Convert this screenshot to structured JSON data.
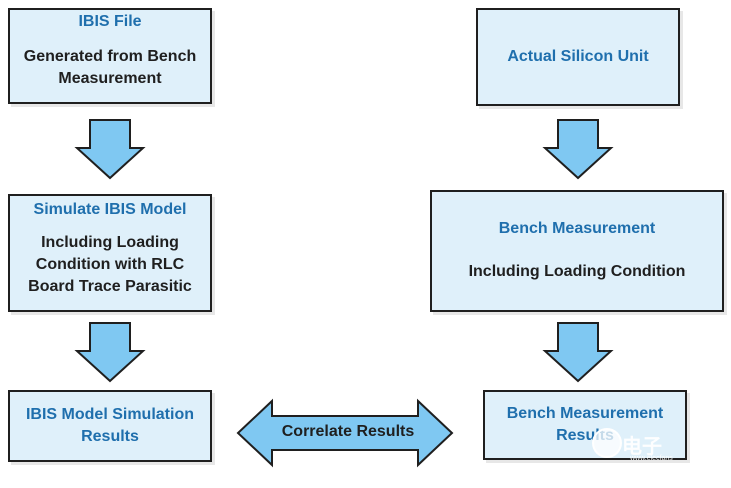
{
  "boxes": {
    "ibis_file": {
      "title": "IBIS File",
      "body": "Generated from Bench\nMeasurement"
    },
    "actual_silicon": {
      "title": "Actual Silicon Unit"
    },
    "simulate_ibis": {
      "title": "Simulate IBIS Model",
      "body": "Including Loading\nCondition with RLC\nBoard Trace Parasitic"
    },
    "bench_measurement": {
      "title": "Bench Measurement",
      "body": "Including Loading Condition"
    },
    "ibis_results": {
      "title": "IBIS Model Simulation\nResults"
    },
    "bench_results": {
      "title": "Bench Measurement\nResults"
    }
  },
  "correlate": {
    "label": "Correlate Results"
  },
  "watermark": {
    "text": "电子发",
    "sub": "www.elecfans"
  },
  "colors": {
    "box_fill": "#dff0fa",
    "title_blue": "#1f6fad",
    "arrow_fill": "#7fc8f2",
    "border": "#1f1f1f"
  }
}
